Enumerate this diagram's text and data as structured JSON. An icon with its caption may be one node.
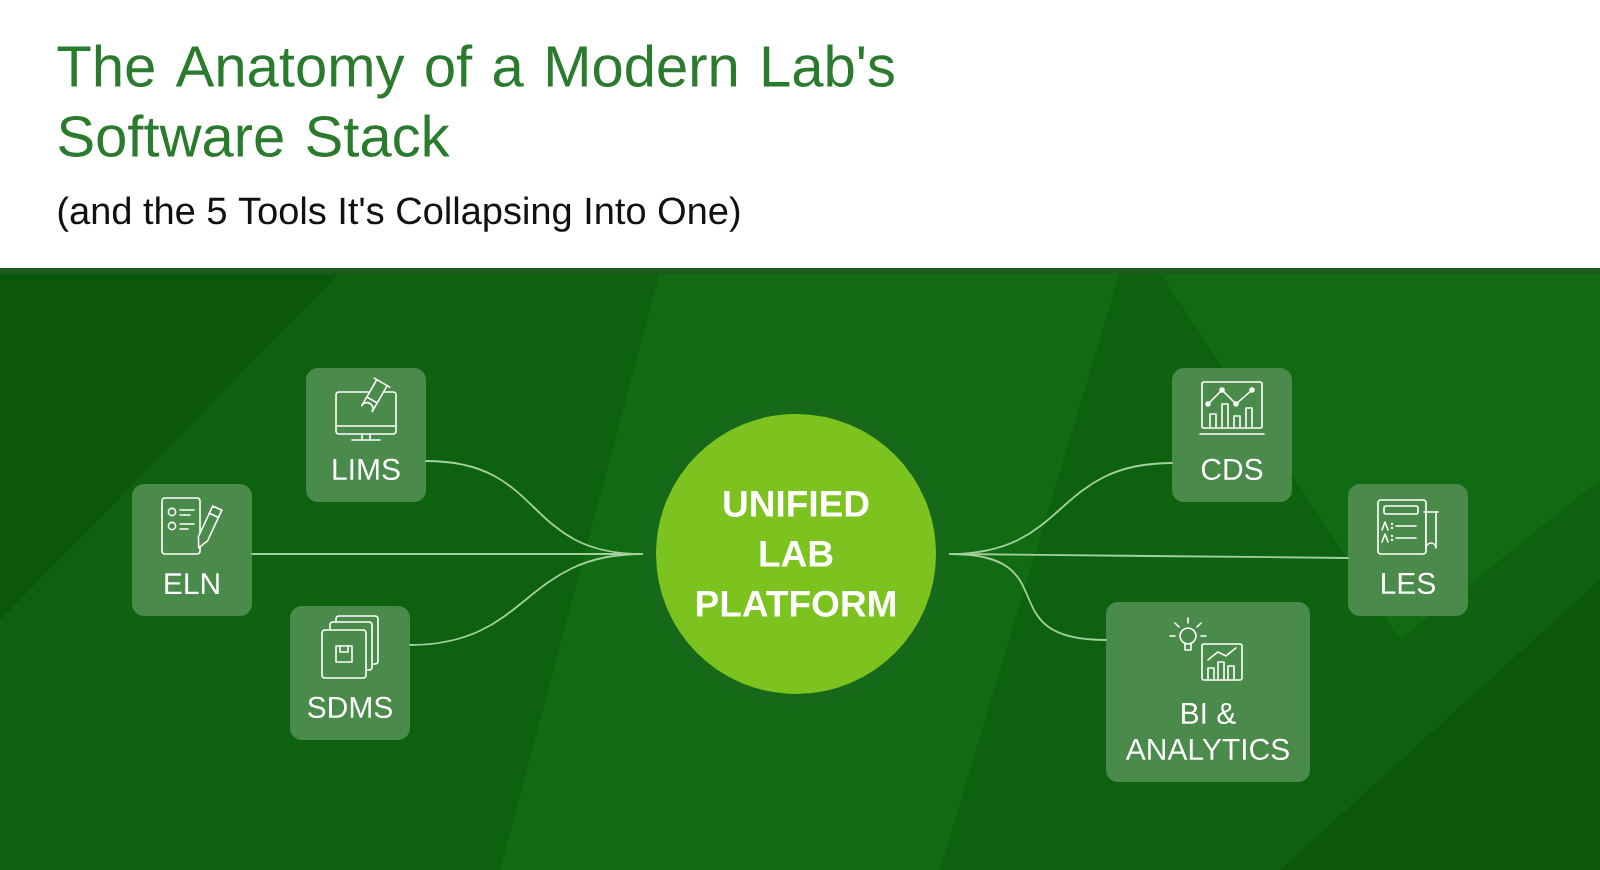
{
  "diagram": {
    "title": "The Anatomy of a Modern Lab's Software Stack",
    "nodes": [
      {
        "text": [
          "LIMS"
        ]
      },
      {
        "text": [
          "ELN"
        ]
      },
      {
        "text": [
          "SDMS"
        ]
      },
      {
        "text": [
          "UNIFIED LAB PLATFORM"
        ]
      },
      {
        "text": [
          "CDS"
        ]
      },
      {
        "text": [
          "LES"
        ]
      },
      {
        "text": [
          "BI & ANALYTICS"
        ]
      }
    ],
    "edges": [
      {
        "from": 0,
        "to": 3,
        "arrow": "none"
      },
      {
        "from": 1,
        "to": 3,
        "arrow": "none"
      },
      {
        "from": 2,
        "to": 3,
        "arrow": "none"
      },
      {
        "from": 3,
        "to": 4,
        "arrow": "none"
      },
      {
        "from": 3,
        "to": 5,
        "arrow": "none"
      },
      {
        "from": 3,
        "to": 6,
        "arrow": "none"
      }
    ],
    "labels": [
      "(and the 5 Tools It's Collapsing Into One)"
    ]
  }
}
